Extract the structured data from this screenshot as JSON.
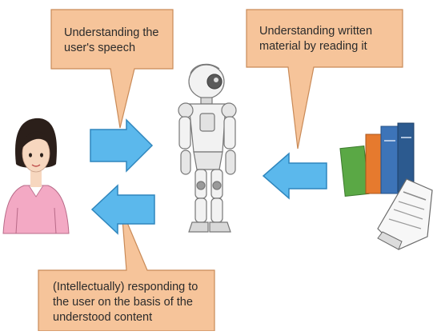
{
  "callouts": {
    "speech": {
      "lines": [
        "Understanding the",
        "user's speech"
      ],
      "fill": "#f6c49a",
      "stroke": "#c98a57"
    },
    "reading": {
      "lines": [
        "Understanding written",
        "material by reading it"
      ],
      "fill": "#f6c49a",
      "stroke": "#c98a57"
    },
    "response": {
      "lines": [
        "(Intellectually) responding to",
        "the user on the basis of the",
        "understood content"
      ],
      "fill": "#f6c49a",
      "stroke": "#c98a57"
    }
  },
  "colors": {
    "arrow_fill": "#5bb8ec",
    "arrow_stroke": "#2f86bd",
    "user_top": "#f3a9c4",
    "user_hair": "#2b1f1a",
    "robot_body": "#f2f2f2",
    "robot_outline": "#777777",
    "book_green": "#5aa845",
    "book_orange": "#e67a2e",
    "book_blue": "#3d74b8",
    "book_navy": "#2c5a8f"
  },
  "figures": {
    "user": "woman-user-icon",
    "robot": "humanoid-robot-icon",
    "books": "books-icon",
    "newspaper": "newspaper-icon"
  }
}
